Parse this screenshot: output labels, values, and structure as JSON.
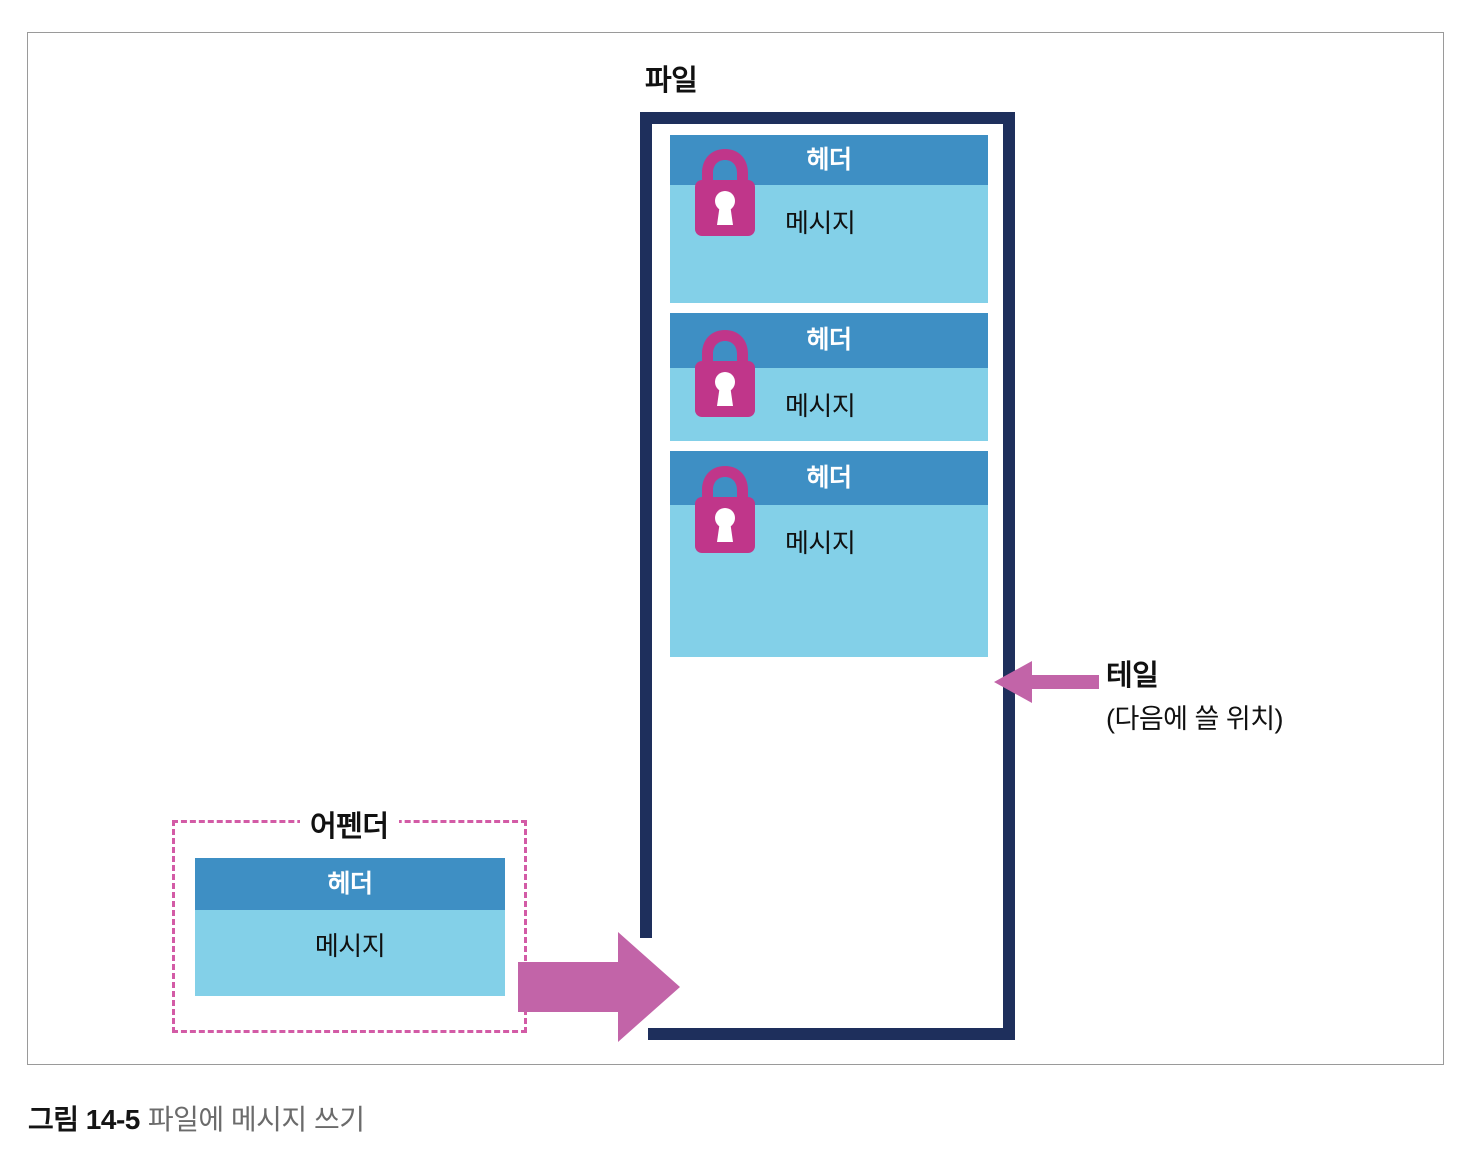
{
  "figure": {
    "caption_number": "그림 14-5",
    "caption_text": "파일에 메시지 쓰기"
  },
  "file": {
    "label": "파일",
    "border_color": "#1e2f5c",
    "blocks": [
      {
        "header": "헤더",
        "body": "메시지"
      },
      {
        "header": "헤더",
        "body": "메시지"
      },
      {
        "header": "헤더",
        "body": "메시지"
      }
    ],
    "lock_icon_name": "lock-icon",
    "header_color": "#3e8fc4",
    "body_color": "#83d0e8"
  },
  "tail": {
    "title": "테일",
    "subtitle": "(다음에 쓸 위치)",
    "arrow_color": "#c264a8"
  },
  "appender": {
    "label": "어펜더",
    "border_color": "#d35ba6",
    "block": {
      "header": "헤더",
      "body": "메시지"
    },
    "arrow_color": "#c264a8"
  }
}
